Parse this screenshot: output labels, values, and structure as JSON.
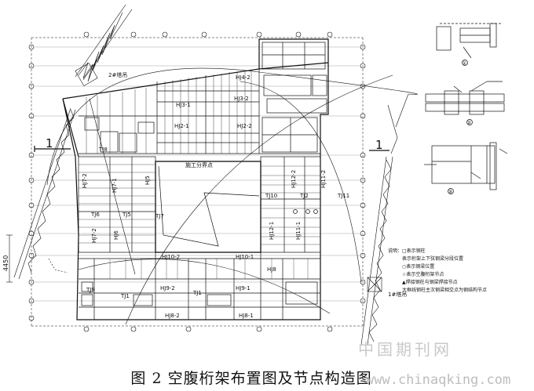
{
  "caption": "图 2 空腹桁架布置图及节点构造图",
  "watermark": {
    "line1": "中国期刊网",
    "line2": "www.chinaqking.com"
  },
  "section_marks": {
    "left": "1",
    "right": "1"
  },
  "crane_labels": {
    "crane_2": "2#塔吊",
    "crane_1": "1#塔吊"
  },
  "center_label": "施工分界点",
  "dimension_left": "4450",
  "member_labels": {
    "hj4_2": "HJ4-2",
    "hj3_1": "HJ3-1",
    "hj3_2": "HJ3-2",
    "hj2_1": "HJ2-1",
    "hj2_2": "HJ2-2",
    "hj7_1": "HJ7-1",
    "hj7_2": "HJ7-2",
    "hj5": "HJ5",
    "hj6": "HJ6",
    "hj12_2": "HJ12-2",
    "hj12_1": "HJ12-1",
    "hj11_2": "HJ11-2",
    "hj11_1": "HJ11-1",
    "hj10_2": "HJ10-2",
    "hj10_1": "HJ10-1",
    "hj9_2": "HJ9-2",
    "hj9_1": "HJ9-1",
    "hj8_2": "HJ8-2",
    "hj8_1": "HJ8-1",
    "tj8": "TJ8",
    "tj6": "TJ6",
    "tj7": "TJ7",
    "tj5": "TJ5",
    "tj9": "TJ9",
    "tj10": "TJ10",
    "tj11": "TJ11",
    "tj2": "TJ2",
    "hj8": "HJ8",
    "tj1": "TJ1",
    "tj_left": "TJ1"
  },
  "detail_numbers": {
    "d1": "①",
    "d2": "②",
    "d3": "③"
  },
  "legend": {
    "title": "说明：",
    "items": [
      "□表示钢柱",
      "表示桁架上下弦钢梁分段位置",
      "○表示钢梁位置",
      "☆表示空腹桁架节点",
      "▲焊接钢柱与钢梁焊接节点",
      "大框线钢柱主次钢梁相交点为钢结构节点"
    ]
  },
  "colors": {
    "line": "#111111",
    "background": "#ffffff",
    "watermark": "#c9c9c9"
  }
}
